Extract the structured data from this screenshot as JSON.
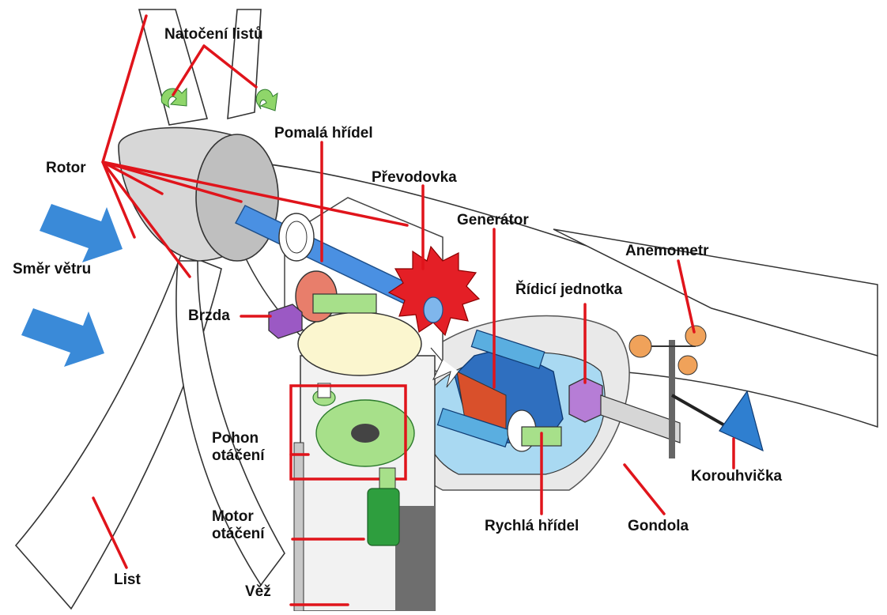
{
  "diagram": {
    "labels": {
      "blade_pitch": "Natočení listů",
      "rotor": "Rotor",
      "low_speed_shaft": "Pomalá hřídel",
      "gearbox": "Převodovka",
      "generator": "Generátor",
      "anemometer": "Anemometr",
      "wind_direction": "Směr větru",
      "controller": "Řídicí jednotka",
      "brake": "Brzda",
      "yaw_drive": "Pohon\notáčení",
      "yaw_motor": "Motor\notáčení",
      "wind_vane": "Korouhvička",
      "high_speed_shaft": "Rychlá hřídel",
      "nacelle": "Gondola",
      "blade": "List",
      "tower": "Věž"
    },
    "colors": {
      "leader_line": "#e0141b",
      "wind_arrow": "#3a8ad8",
      "gear_red": "#e41f26",
      "shaft_blue": "#4a90e2",
      "generator_blue": "#2f6fbf",
      "controller_purple": "#9b59c4",
      "yaw_gear_green": "#a7e08a",
      "motor_green": "#2e9e3e",
      "vane_blue": "#2f7fd0",
      "anemometer_orange": "#f0a25a"
    }
  }
}
